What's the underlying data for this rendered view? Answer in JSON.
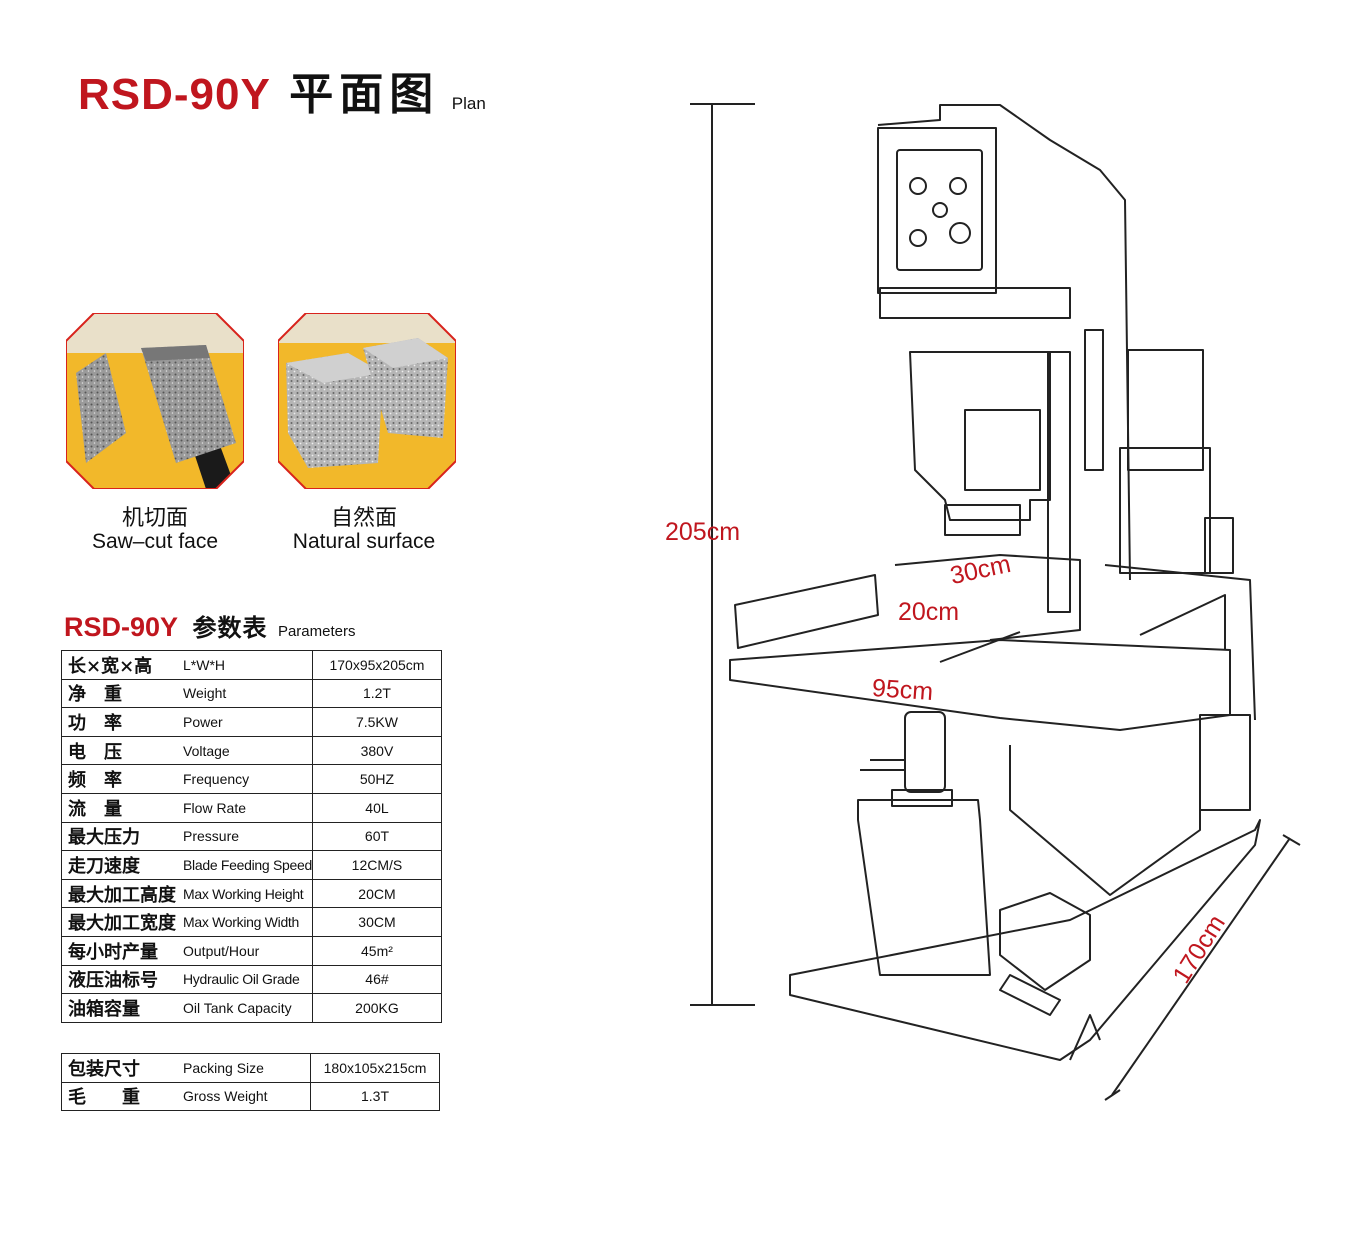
{
  "header": {
    "model": "RSD-90Y",
    "title_cn": "平面图",
    "title_en": "Plan"
  },
  "samples": [
    {
      "label_cn": "机切面",
      "label_en": "Saw–cut face"
    },
    {
      "label_cn": "自然面",
      "label_en": "Natural surface"
    }
  ],
  "params_header": {
    "model": "RSD-90Y",
    "title_cn": "参数表",
    "title_en": "Parameters"
  },
  "params": [
    {
      "cn": "长×宽×高",
      "en": "L*W*H",
      "value": "170x95x205cm"
    },
    {
      "cn": "净　重",
      "en": "Weight",
      "value": "1.2T"
    },
    {
      "cn": "功　率",
      "en": "Power",
      "value": "7.5KW"
    },
    {
      "cn": "电　压",
      "en": "Voltage",
      "value": "380V"
    },
    {
      "cn": "频　率",
      "en": "Frequency",
      "value": "50HZ"
    },
    {
      "cn": "流　量",
      "en": "Flow Rate",
      "value": "40L"
    },
    {
      "cn": "最大压力",
      "en": "Pressure",
      "value": "60T"
    },
    {
      "cn": "走刀速度",
      "en": "Blade Feeding Speed",
      "value": "12CM/S"
    },
    {
      "cn": "最大加工高度",
      "en": "Max Working Height",
      "value": "20CM"
    },
    {
      "cn": "最大加工宽度",
      "en": "Max Working Width",
      "value": "30CM"
    },
    {
      "cn": "每小时产量",
      "en": "Output/Hour",
      "value": "45m²"
    },
    {
      "cn": "液压油标号",
      "en": "Hydraulic Oil Grade",
      "value": "46#"
    },
    {
      "cn": "油箱容量",
      "en": "Oil Tank Capacity",
      "value": "200KG"
    }
  ],
  "packing": [
    {
      "cn": "包装尺寸",
      "en": "Packing Size",
      "value": "180x105x215cm"
    },
    {
      "cn": "毛　　重",
      "en": "Gross Weight",
      "value": "1.3T"
    }
  ],
  "dimensions": {
    "height": "205cm",
    "working_width": "30cm",
    "working_height": "20cm",
    "width": "95cm",
    "length": "170cm"
  },
  "colors": {
    "accent": "#c0161e",
    "sample_bg": "#f2b82a"
  }
}
